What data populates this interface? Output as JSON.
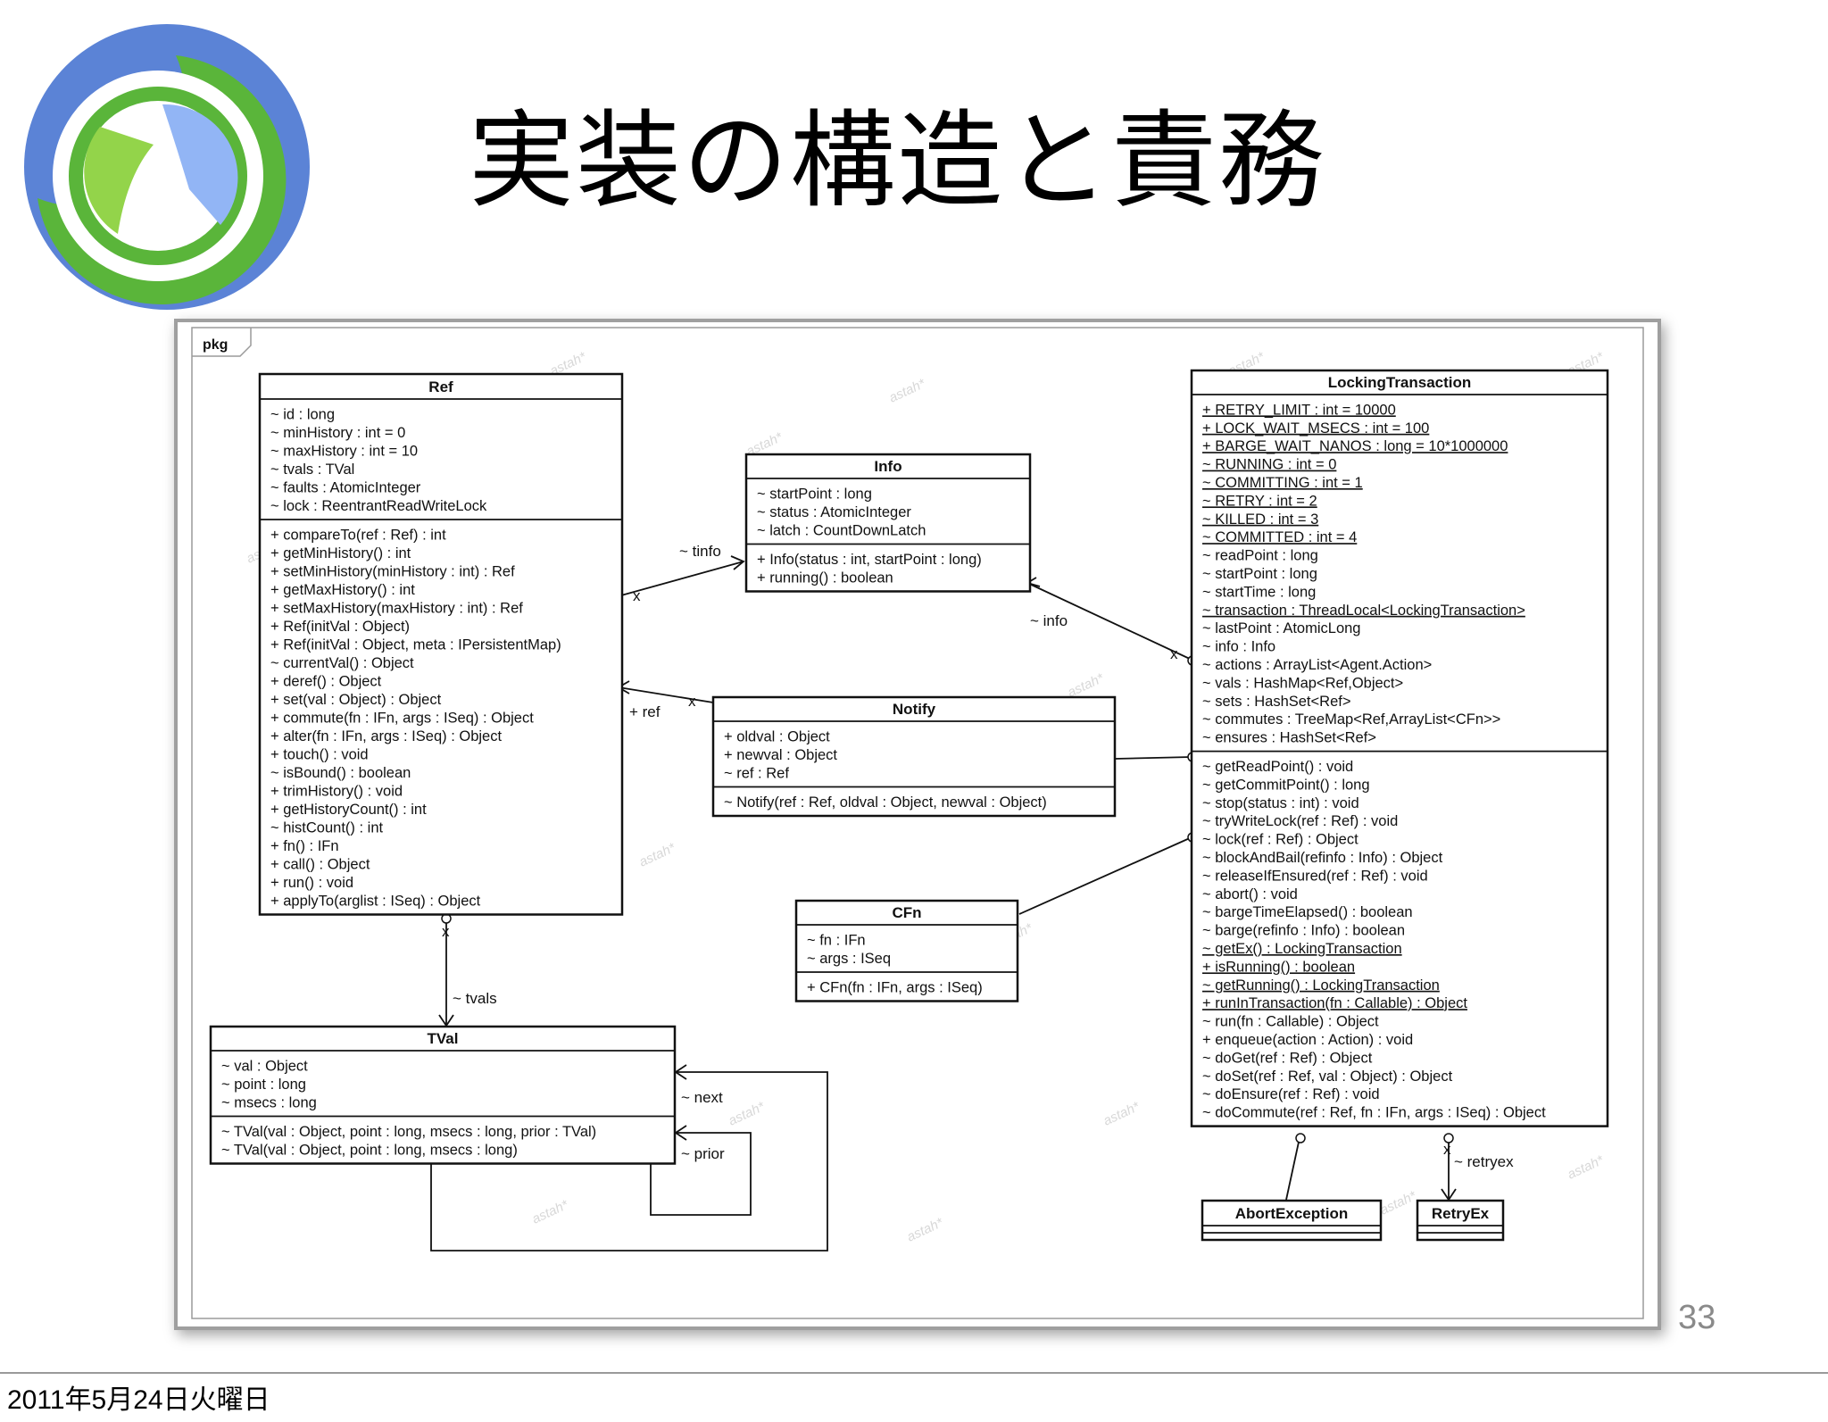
{
  "slide": {
    "title": "実装の構造と責務",
    "page_number": "33",
    "footer_date": "2011年5月24日火曜日"
  },
  "colors": {
    "logo_outer_blue": "#5b83d6",
    "logo_inner_light_blue": "#92b5f5",
    "logo_green": "#5ab53a",
    "logo_light_green": "#93d44a",
    "frame_shadow": "#9f9f9f"
  },
  "diagram": {
    "package_label": "pkg",
    "watermark": "astah*",
    "classes": {
      "ref": {
        "name": "Ref",
        "attributes": [
          "~ id : long",
          "~ minHistory : int = 0",
          "~ maxHistory : int = 10",
          "~ tvals : TVal",
          "~ faults : AtomicInteger",
          "~ lock : ReentrantReadWriteLock"
        ],
        "operations": [
          "+ compareTo(ref : Ref) : int",
          "+ getMinHistory() : int",
          "+ setMinHistory(minHistory : int) : Ref",
          "+ getMaxHistory() : int",
          "+ setMaxHistory(maxHistory : int) : Ref",
          "+ Ref(initVal : Object)",
          "+ Ref(initVal : Object, meta : IPersistentMap)",
          "~ currentVal() : Object",
          "+ deref() : Object",
          "+ set(val : Object) : Object",
          "+ commute(fn : IFn, args : ISeq) : Object",
          "+ alter(fn : IFn, args : ISeq) : Object",
          "+ touch() : void",
          "~ isBound() : boolean",
          "+ trimHistory() : void",
          "+ getHistoryCount() : int",
          "~ histCount() : int",
          "+ fn() : IFn",
          "+ call() : Object",
          "+ run() : void",
          "+ applyTo(arglist : ISeq) : Object"
        ]
      },
      "info": {
        "name": "Info",
        "attributes": [
          "~ startPoint : long",
          "~ status : AtomicInteger",
          "~ latch : CountDownLatch"
        ],
        "operations": [
          "+ Info(status : int, startPoint : long)",
          "+ running() : boolean"
        ]
      },
      "notify": {
        "name": "Notify",
        "attributes": [
          "+ oldval : Object",
          "+ newval : Object",
          "~ ref : Ref"
        ],
        "operations": [
          "~ Notify(ref : Ref, oldval : Object, newval : Object)"
        ]
      },
      "cfn": {
        "name": "CFn",
        "attributes": [
          "~ fn : IFn",
          "~ args : ISeq"
        ],
        "operations": [
          "+ CFn(fn : IFn, args : ISeq)"
        ]
      },
      "tval": {
        "name": "TVal",
        "attributes": [
          "~ val : Object",
          "~ point : long",
          "~ msecs : long"
        ],
        "operations": [
          "~ TVal(val : Object, point : long, msecs : long, prior : TVal)",
          "~ TVal(val : Object, point : long, msecs : long)"
        ]
      },
      "locking_transaction": {
        "name": "LockingTransaction",
        "attributes": [
          "+ RETRY_LIMIT : int = 10000",
          "+ LOCK_WAIT_MSECS : int = 100",
          "+ BARGE_WAIT_NANOS : long = 10*1000000",
          "~ RUNNING : int = 0",
          "~ COMMITTING : int = 1",
          "~ RETRY : int = 2",
          "~ KILLED : int = 3",
          "~ COMMITTED : int = 4",
          "~ readPoint : long",
          "~ startPoint : long",
          "~ startTime : long",
          "~ transaction : ThreadLocal<LockingTransaction>",
          "~ lastPoint : AtomicLong",
          "~ info : Info",
          "~ actions : ArrayList<Agent.Action>",
          "~ vals : HashMap<Ref,Object>",
          "~ sets : HashSet<Ref>",
          "~ commutes : TreeMap<Ref,ArrayList<CFn>>",
          "~ ensures : HashSet<Ref>"
        ],
        "static_attribute_flags": [
          true,
          true,
          true,
          true,
          true,
          true,
          true,
          true,
          false,
          false,
          false,
          true,
          false,
          false,
          false,
          false,
          false,
          false,
          false
        ],
        "operations": [
          "~ getReadPoint() : void",
          "~ getCommitPoint() : long",
          "~ stop(status : int) : void",
          "~ tryWriteLock(ref : Ref) : void",
          "~ lock(ref : Ref) : Object",
          "~ blockAndBail(refinfo : Info) : Object",
          "~ releaseIfEnsured(ref : Ref) : void",
          "~ abort() : void",
          "~ bargeTimeElapsed() : boolean",
          "~ barge(refinfo : Info) : boolean",
          "~ getEx() : LockingTransaction",
          "+ isRunning() : boolean",
          "~ getRunning() : LockingTransaction",
          "+ runInTransaction(fn : Callable) : Object",
          "~ run(fn : Callable) : Object",
          "+ enqueue(action : Action) : void",
          "~ doGet(ref : Ref) : Object",
          "~ doSet(ref : Ref, val : Object) : Object",
          "~ doEnsure(ref : Ref) : void",
          "~ doCommute(ref : Ref, fn : IFn, args : ISeq) : Object"
        ],
        "static_operation_flags": [
          false,
          false,
          false,
          false,
          false,
          false,
          false,
          false,
          false,
          false,
          true,
          true,
          true,
          true,
          false,
          false,
          false,
          false,
          false,
          false
        ]
      },
      "abort_exception": {
        "name": "AbortException"
      },
      "retry_ex": {
        "name": "RetryEx"
      }
    },
    "associations": {
      "tinfo": "~ tinfo",
      "info": "~ info",
      "ref": "+ ref",
      "tvals": "~ tvals",
      "next": "~ next",
      "prior": "~ prior",
      "retryex": "~ retryex"
    }
  }
}
